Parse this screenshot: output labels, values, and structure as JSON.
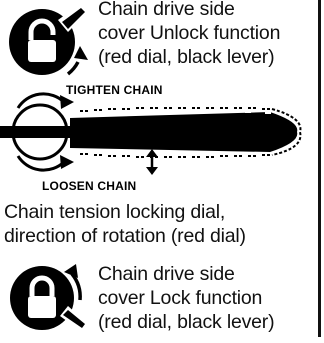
{
  "unlock": {
    "caption_lines": [
      "Chain drive side",
      "cover Unlock function",
      "(red dial, black lever)"
    ]
  },
  "diagram": {
    "tighten_label": "TIGHTEN CHAIN",
    "loosen_label": "LOOSEN CHAIN"
  },
  "dial": {
    "caption_lines": [
      "Chain tension locking dial,",
      "direction of rotation (red dial)"
    ]
  },
  "lock": {
    "caption_lines": [
      "Chain drive side",
      "cover Lock function",
      "(red dial, black lever)"
    ]
  },
  "colors": {
    "ink": "#000000",
    "background": "#ffffff"
  }
}
